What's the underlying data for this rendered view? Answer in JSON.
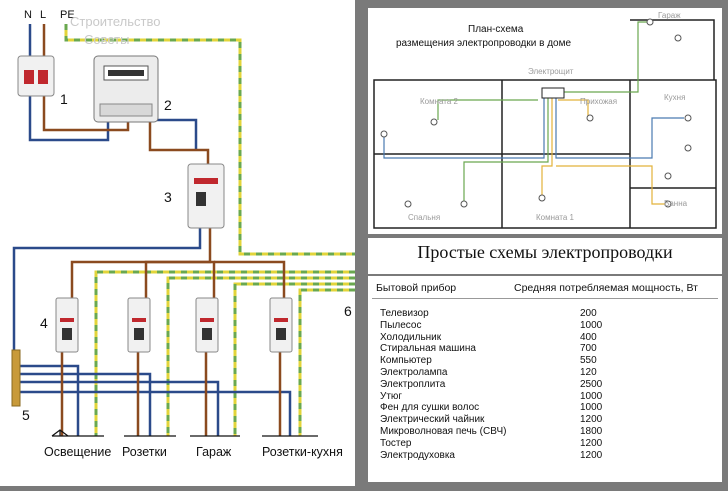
{
  "watermark": {
    "line1": "Строительство",
    "line2": "Советы"
  },
  "wiring": {
    "terminal_labels": [
      "N",
      "L",
      "PE"
    ],
    "component_numbers": [
      "1",
      "2",
      "3",
      "4",
      "5",
      "6"
    ],
    "circuits": [
      "Освещение",
      "Розетки",
      "Гараж",
      "Розетки-кухня"
    ],
    "colors": {
      "neutral": "#2b4a8a",
      "phase": "#8b4a1f",
      "earth_yellow": "#e2d43a",
      "earth_green": "#6aa84f"
    }
  },
  "plan": {
    "title_line1": "План-схема",
    "title_line2": "размещения электропроводки в доме",
    "rooms": [
      "Гараж",
      "Электрощит",
      "Комната 2",
      "Прихожая",
      "Кухня",
      "Спальня",
      "Комната 1",
      "Ванна"
    ]
  },
  "heading": "Простые схемы электропроводки",
  "table": {
    "col1": "Бытовой прибор",
    "col2": "Средняя потребляемая мощность, Вт",
    "rows": [
      {
        "device": "Телевизор",
        "power": "200"
      },
      {
        "device": "Пылесос",
        "power": "1000"
      },
      {
        "device": "Холодильник",
        "power": "400"
      },
      {
        "device": "Стиральная машина",
        "power": "700"
      },
      {
        "device": "Компьютер",
        "power": "550"
      },
      {
        "device": "Электролампа",
        "power": "120"
      },
      {
        "device": "Электроплита",
        "power": "2500"
      },
      {
        "device": "Утюг",
        "power": "1000"
      },
      {
        "device": "Фен для сушки волос",
        "power": "1000"
      },
      {
        "device": "Электрический чайник",
        "power": "1200"
      },
      {
        "device": "Микроволновая печь (СВЧ)",
        "power": "1800"
      },
      {
        "device": "Тостер",
        "power": "1200"
      },
      {
        "device": "Электродуховка",
        "power": "1200"
      }
    ]
  }
}
